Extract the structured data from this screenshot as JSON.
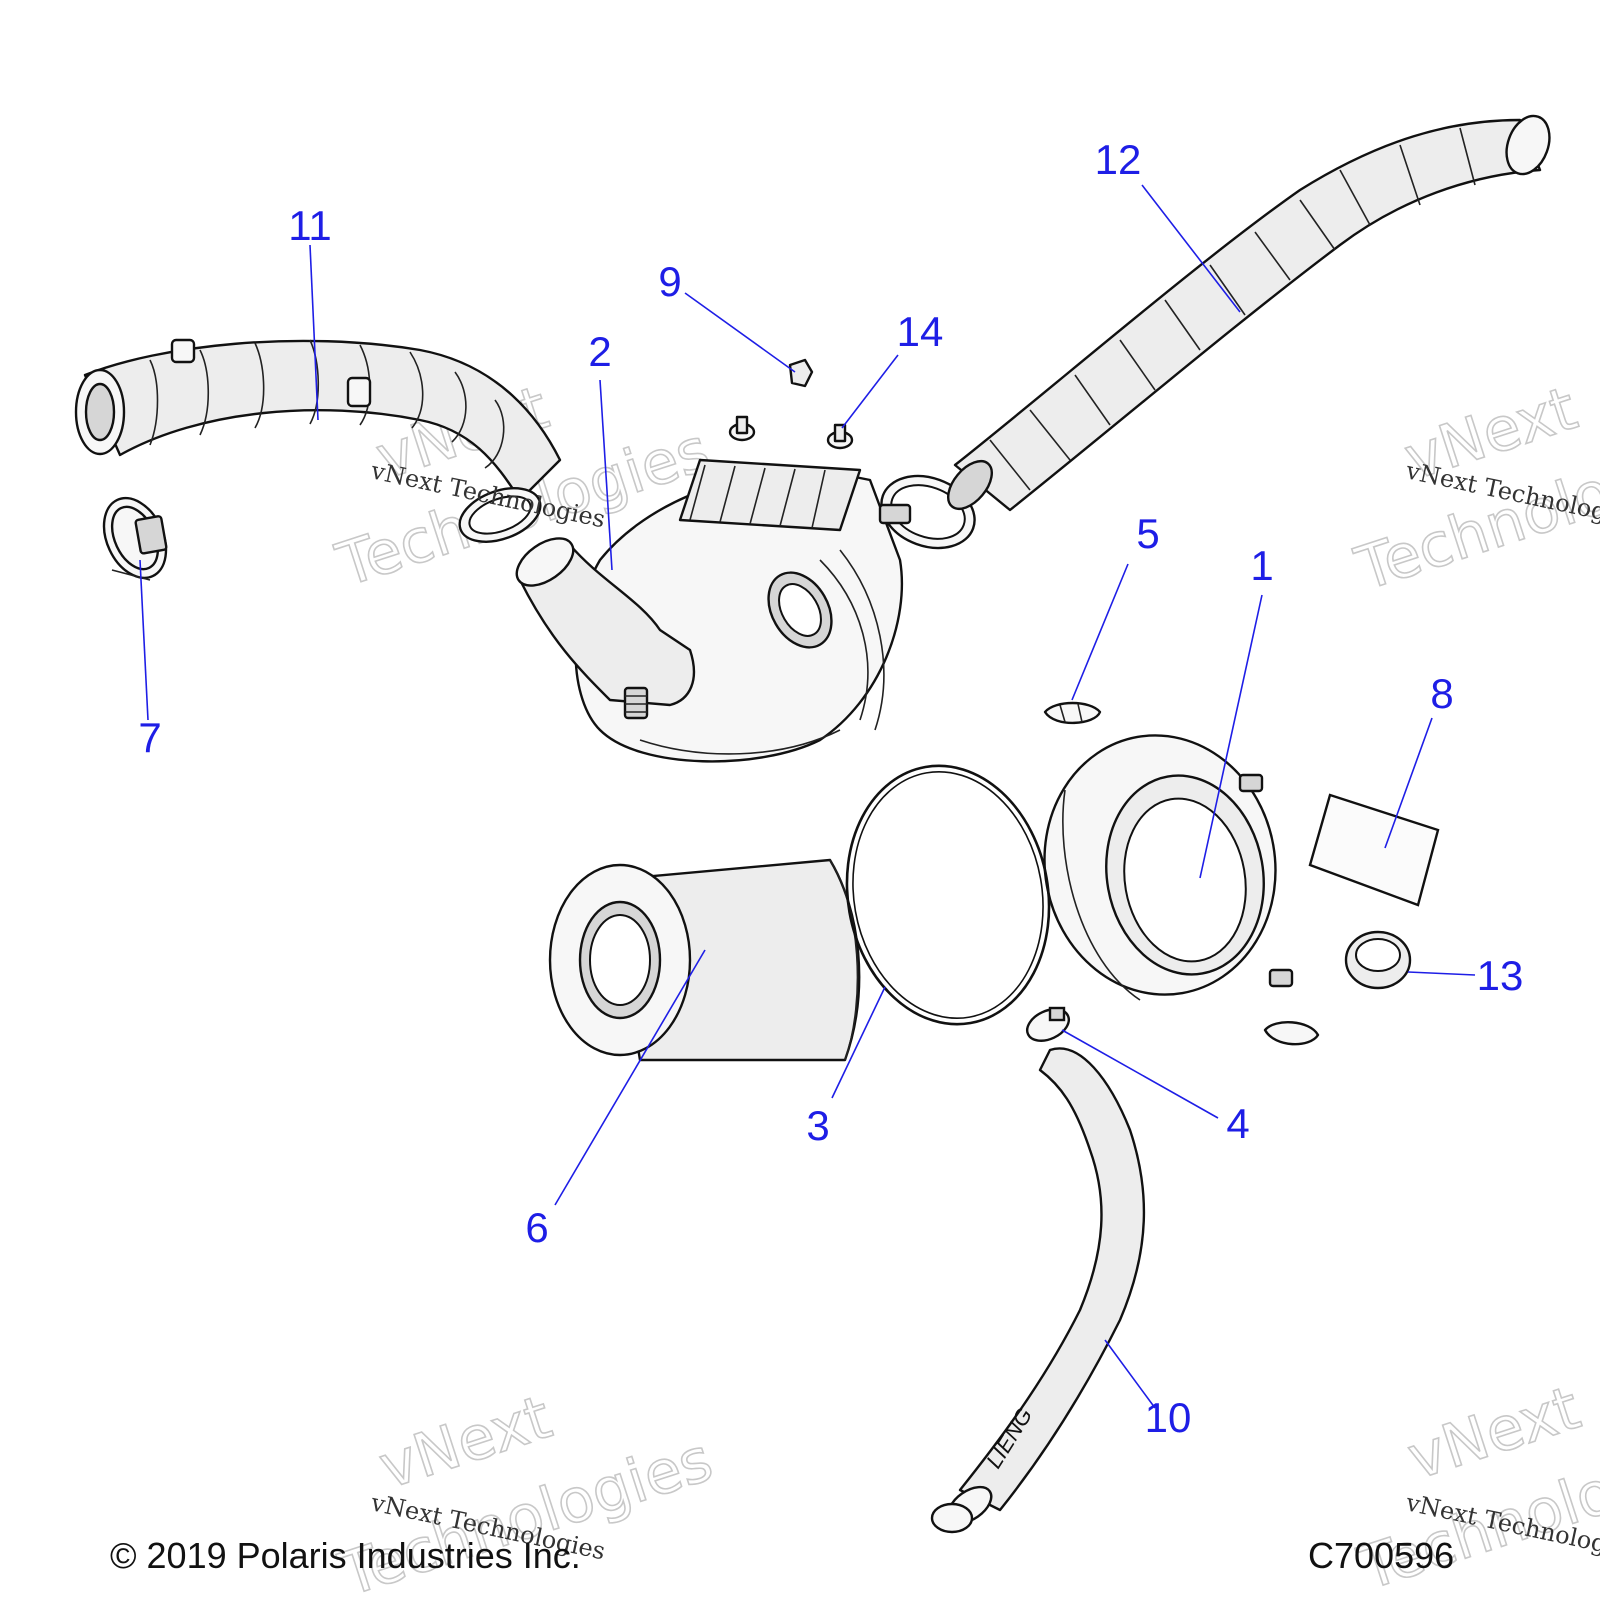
{
  "diagram": {
    "callouts": [
      {
        "id": "1",
        "label": "1"
      },
      {
        "id": "2",
        "label": "2"
      },
      {
        "id": "3",
        "label": "3"
      },
      {
        "id": "4",
        "label": "4"
      },
      {
        "id": "5",
        "label": "5"
      },
      {
        "id": "6",
        "label": "6"
      },
      {
        "id": "7",
        "label": "7"
      },
      {
        "id": "8",
        "label": "8"
      },
      {
        "id": "9",
        "label": "9"
      },
      {
        "id": "10",
        "label": "10"
      },
      {
        "id": "11",
        "label": "11"
      },
      {
        "id": "12",
        "label": "12"
      },
      {
        "id": "13",
        "label": "13"
      },
      {
        "id": "14",
        "label": "14"
      }
    ],
    "tube_marking": "LIENG"
  },
  "footer": {
    "copyright": "© 2019 Polaris Industries Inc.",
    "drawing_code": "C700596"
  },
  "watermarks": {
    "line1": "vNext Technologies",
    "big_a": "vNext",
    "big_b": "Technologies"
  }
}
